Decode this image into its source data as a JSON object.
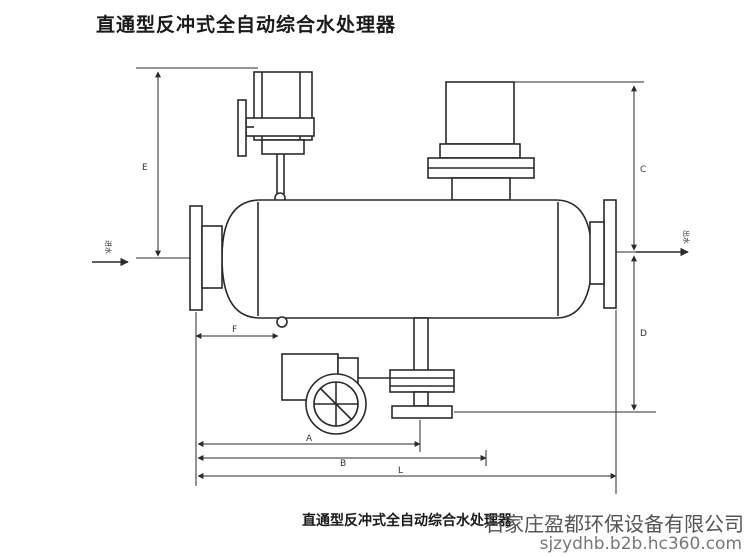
{
  "title": "直通型反冲式全自动综合水处理器",
  "caption": "直通型反冲式全自动综合水处理器",
  "watermark": {
    "company": "石家庄盈都环保设备有限公司",
    "site": "sjzydhb.b2b.hc360.com"
  },
  "labels": {
    "inlet": "进水",
    "outlet": "出水",
    "E": "E",
    "C": "C",
    "D": "D",
    "F": "F",
    "A": "A",
    "B": "B",
    "L": "L"
  },
  "colors": {
    "line": "#2a2a2a",
    "background": "#ffffff"
  }
}
